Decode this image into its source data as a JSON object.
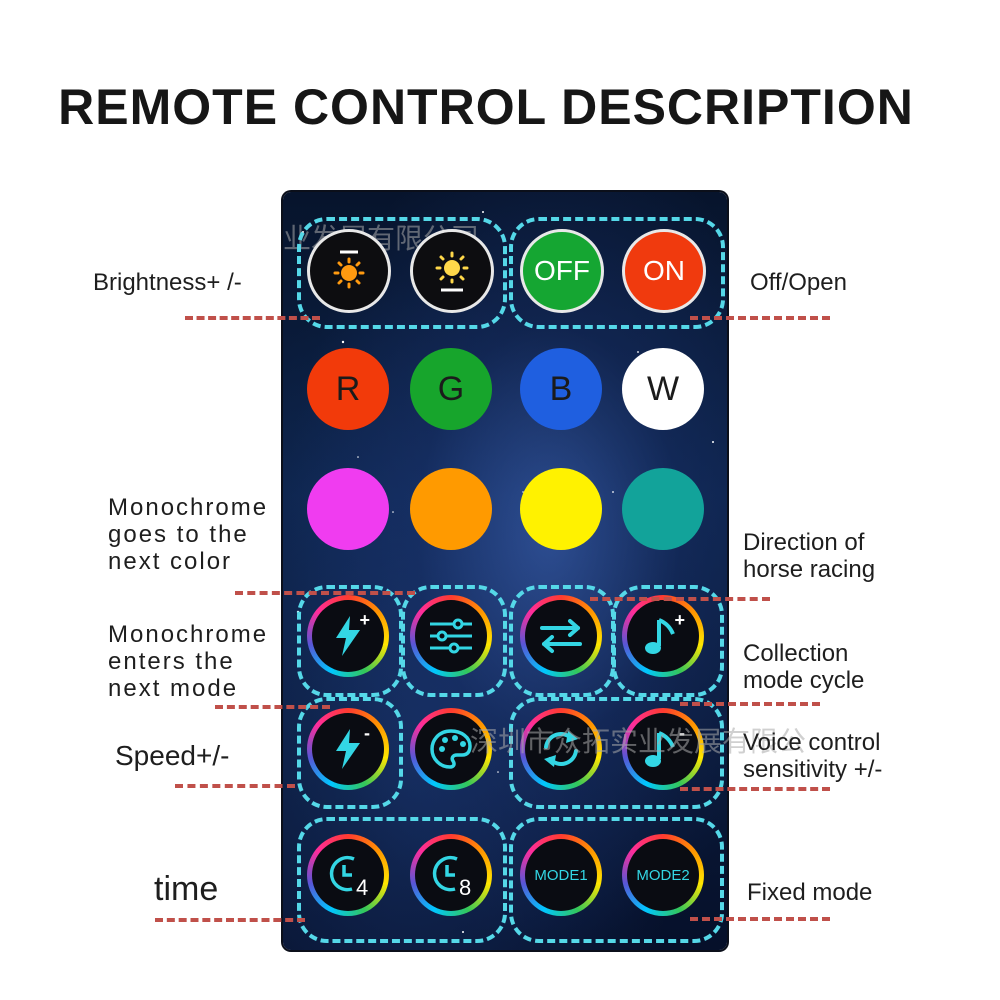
{
  "title": "REMOTE CONTROL DESCRIPTION",
  "labels": {
    "brightness": "Brightness+ /-",
    "off_open": "Off/Open",
    "mono_color": [
      "Monochrome",
      "goes to the",
      "next color"
    ],
    "direction": [
      "Direction of",
      "horse racing"
    ],
    "mono_mode": [
      "Monochrome",
      "enters the",
      "next mode"
    ],
    "collection": [
      "Collection",
      "mode cycle"
    ],
    "speed": "Speed+/-",
    "voice": [
      "Voice control",
      "sensitivity +/-"
    ],
    "time": "time",
    "fixed": "Fixed mode"
  },
  "buttons": {
    "off": "OFF",
    "on": "ON",
    "r": "R",
    "g": "G",
    "b": "B",
    "w": "W",
    "timer4": "4",
    "timer8": "8",
    "mode1": "MODE1",
    "mode2": "MODE2",
    "plus": "+",
    "minus": "-"
  },
  "colors": {
    "red": "#f23a0a",
    "green": "#17a52c",
    "blue": "#1f5fe0",
    "white": "#ffffff",
    "magenta": "#f03cf0",
    "orange": "#ff9a00",
    "yellow": "#fff200",
    "teal": "#12a39a",
    "accent_dash": "#55d8e8",
    "leader_line": "#c0504a"
  },
  "watermarks": [
    "业发展有限公司",
    "深圳市众拓实业发展有限公"
  ]
}
